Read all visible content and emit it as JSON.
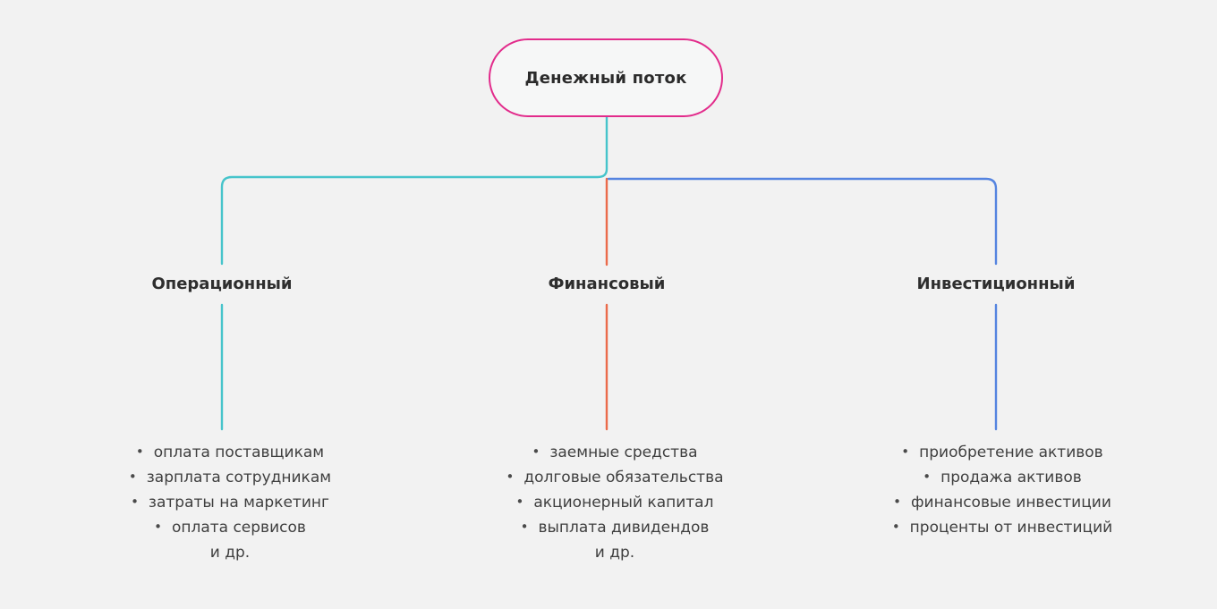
{
  "root": {
    "label": "Денежный поток"
  },
  "icons": {
    "bullet": "•"
  },
  "colors": {
    "background": "#f2f2f2",
    "root_border": "#e22b8b",
    "operational_line": "#46c4cb",
    "financial_line": "#eb6b4b",
    "investment_line": "#5584e0",
    "text": "#3f3f3f"
  },
  "branches": [
    {
      "label": "Операционный",
      "color": "#46c4cb",
      "items": [
        "оплата поставщикам",
        "зарплата сотрудникам",
        "затраты на маркетинг",
        "оплата сервисов"
      ],
      "footer": "и др."
    },
    {
      "label": "Финансовый",
      "color": "#eb6b4b",
      "items": [
        "заемные средства",
        "долговые обязательства",
        "акционерный капитал",
        "выплата дивидендов"
      ],
      "footer": "и др."
    },
    {
      "label": "Инвестиционный",
      "color": "#5584e0",
      "items": [
        "приобретение активов",
        "продажа активов",
        "финансовые инвестиции",
        "проценты от инвестиций"
      ],
      "footer": ""
    }
  ]
}
